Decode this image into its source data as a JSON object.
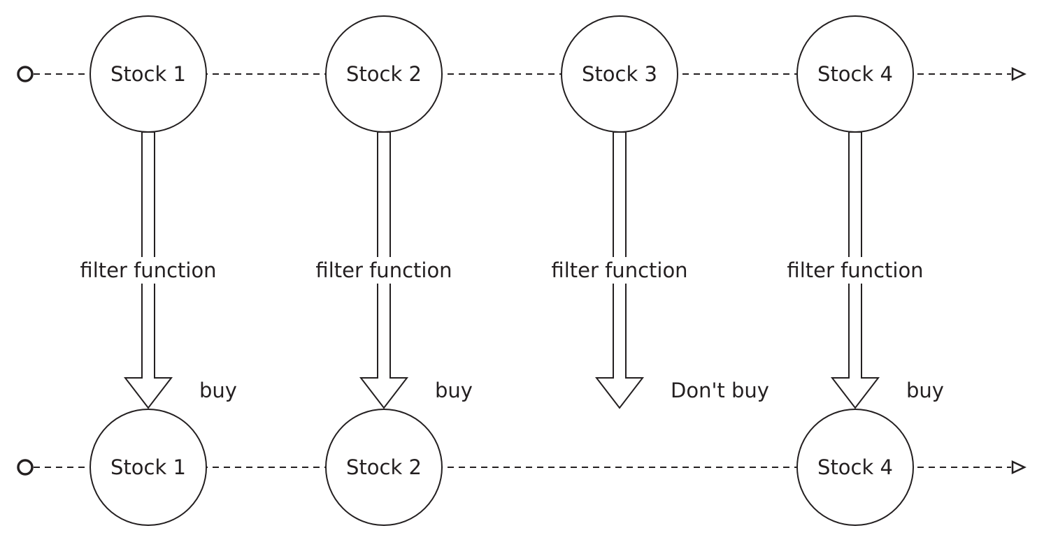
{
  "input_stream": {
    "items": [
      "Stock 1",
      "Stock 2",
      "Stock 3",
      "Stock 4"
    ]
  },
  "operator": {
    "label": "filter function"
  },
  "decisions": [
    "buy",
    "buy",
    "Don't buy",
    "buy"
  ],
  "output_stream": {
    "items": [
      "Stock 1",
      "Stock 2",
      "",
      "Stock 4"
    ]
  }
}
